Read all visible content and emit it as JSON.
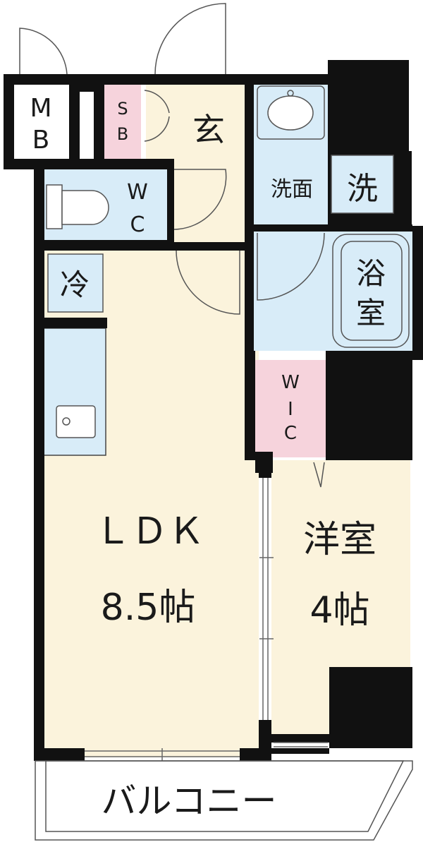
{
  "rooms": {
    "mb": {
      "line1": "M",
      "line2": "B"
    },
    "sb": {
      "line1": "S",
      "line2": "B"
    },
    "entrance": "玄",
    "wc": {
      "line1": "W",
      "line2": "C"
    },
    "washroom": "洗面",
    "washer": "洗",
    "bath": {
      "line1": "浴",
      "line2": "室"
    },
    "fridge": "冷",
    "wic": {
      "line1": "W",
      "line2": "I",
      "line3": "C"
    },
    "ldk": {
      "name": "ＬＤＫ",
      "size": "8.5帖"
    },
    "western": {
      "name": "洋室",
      "size": "4帖"
    },
    "balcony": "バルコニー"
  },
  "colors": {
    "floor": "#fbf3dc",
    "water": "#d8ecf8",
    "storage": "#f6d3dc",
    "wall": "#111111",
    "balcony": "#ffffff"
  }
}
